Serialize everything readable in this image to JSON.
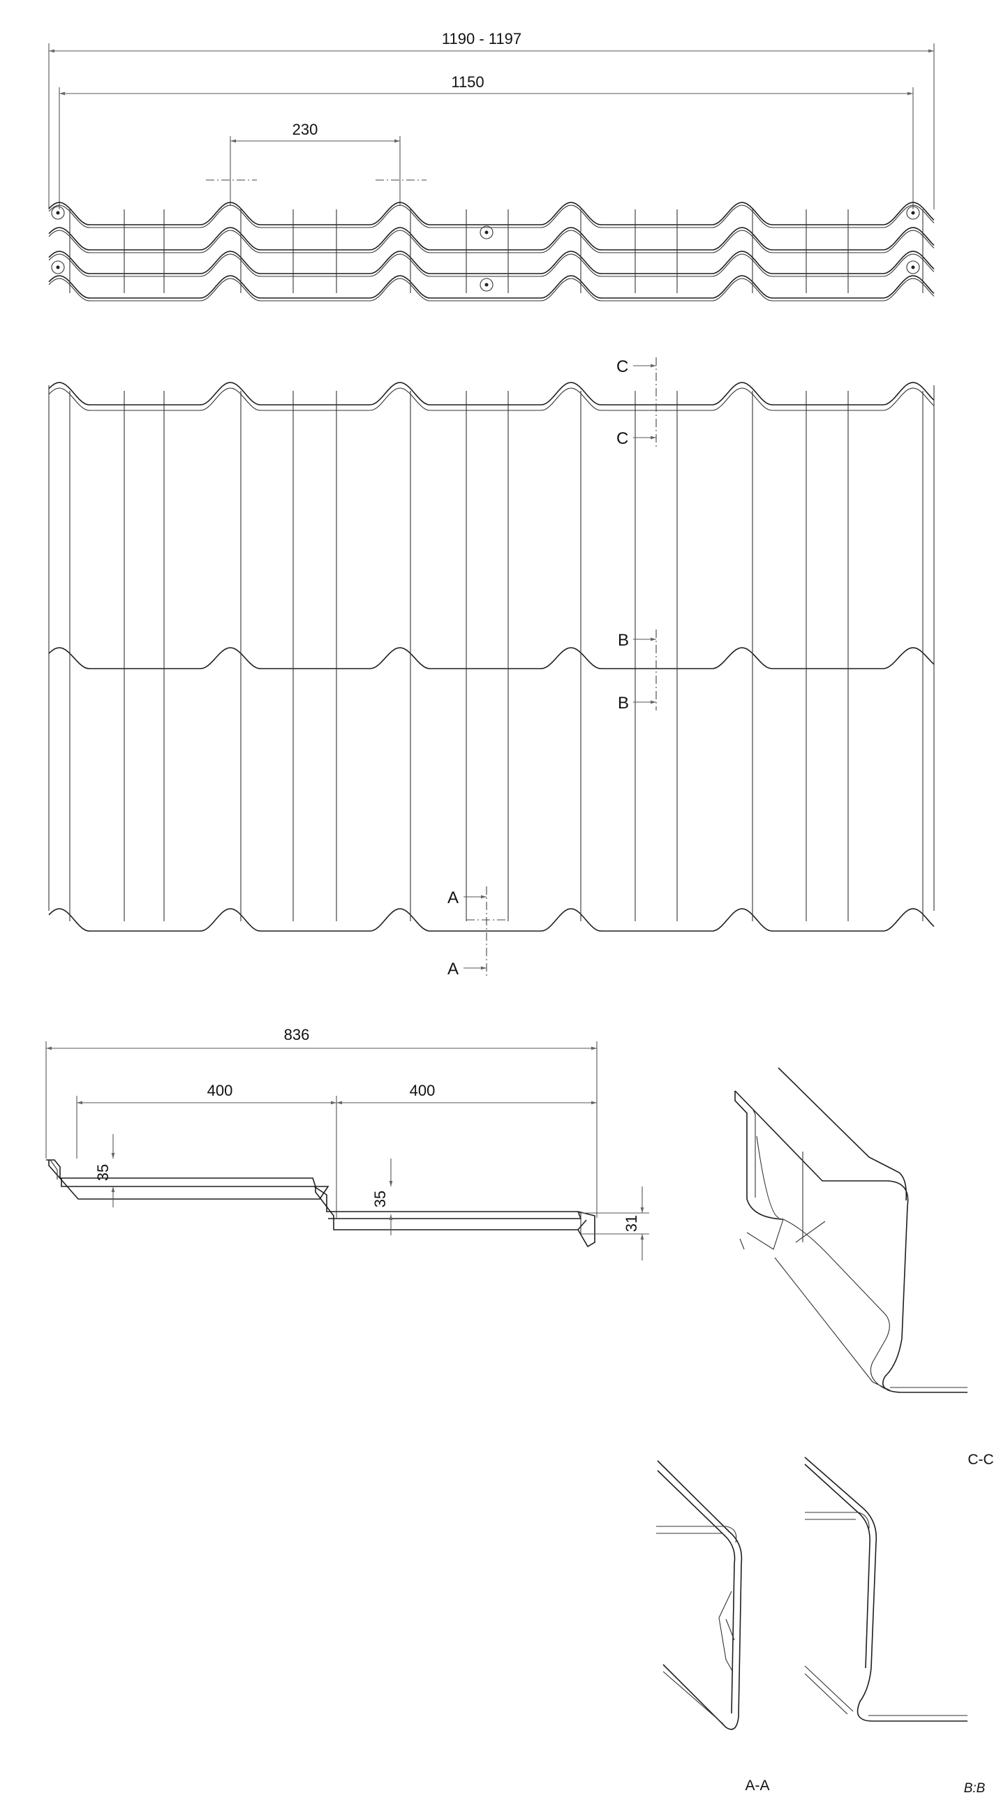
{
  "dimensions": {
    "overall_width": "1190 - 1197",
    "cover_width": "1150",
    "wave_pitch": "230",
    "panel_length": "836",
    "step_length_1": "400",
    "step_length_2": "400",
    "step_height_1": "35",
    "step_height_2": "35",
    "end_height": "31"
  },
  "section_markers": {
    "c_top": "C",
    "c_bottom": "C",
    "b_top": "B",
    "b_bottom": "B",
    "a_top": "A",
    "a_bottom": "A"
  },
  "section_labels": {
    "c_c": "C-C",
    "a_a": "A-A",
    "b_b": "B:B"
  }
}
